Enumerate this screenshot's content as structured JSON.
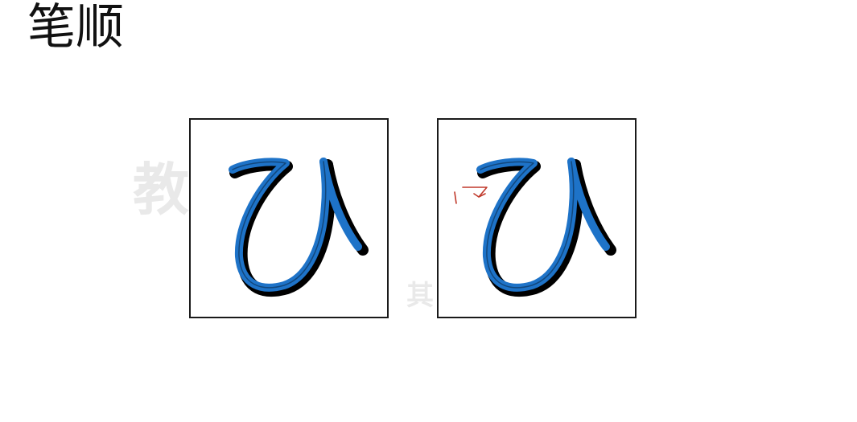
{
  "page": {
    "title": "笔顺"
  },
  "watermark": {
    "main_text": "教",
    "sub_text": "其"
  },
  "panels": [
    {
      "name": "stroke-order-panel-1",
      "character": "ひ",
      "stroke_color": "#1e73c8",
      "shadow_color": "#000000"
    },
    {
      "name": "stroke-order-panel-2",
      "character": "ひ",
      "stroke_color": "#1e73c8",
      "shadow_color": "#000000",
      "annotation": "start-arrow",
      "annotation_color": "#c0392b"
    }
  ]
}
